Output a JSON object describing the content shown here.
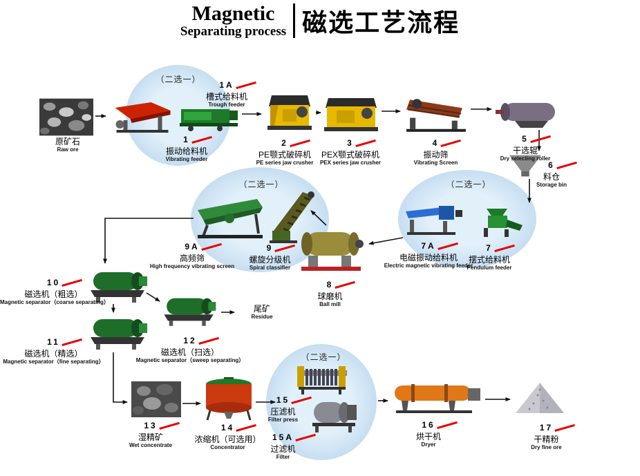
{
  "title": {
    "en_top": "Magnetic",
    "en_bottom": "Separating process",
    "zh": "磁选工艺流程"
  },
  "labels": {
    "choice": "（二选一）"
  },
  "nodes": {
    "raw": {
      "zh": "原矿石",
      "en": "Raw ore"
    },
    "n1": {
      "num": "1",
      "zh": "振动给料机",
      "en": "Vibrating feeder"
    },
    "n1a": {
      "num": "1A",
      "zh": "槽式给料机",
      "en": "Trough feeder"
    },
    "n2": {
      "num": "2",
      "zh": "PE颚式破碎机",
      "en": "PE series jaw crusher"
    },
    "n3": {
      "num": "3",
      "zh": "PEX颚式破碎机",
      "en": "PEX series jaw crusher"
    },
    "n4": {
      "num": "4",
      "zh": "振动筛",
      "en": "Vibrating Screen"
    },
    "n5": {
      "num": "5",
      "zh": "干选辊",
      "en": "Dry selecting roller"
    },
    "n6": {
      "num": "6",
      "zh": "料仓",
      "en": "Storage bin"
    },
    "n7": {
      "num": "7",
      "zh": "摆式给料机",
      "en": "Pendulum feeder"
    },
    "n7a": {
      "num": "7A",
      "zh": "电磁振动给料机",
      "en": "Electric magnetic vibrating feeder"
    },
    "n8": {
      "num": "8",
      "zh": "球磨机",
      "en": "Ball mill"
    },
    "n9": {
      "num": "9",
      "zh": "螺旋分级机",
      "en": "Spiral classifier"
    },
    "n9a": {
      "num": "9A",
      "zh": "高频筛",
      "en": "High frequency vibrating screen"
    },
    "n10": {
      "num": "10",
      "zh": "磁选机（粗选）",
      "en": "Magnetic separator（coarse separating）"
    },
    "n11": {
      "num": "11",
      "zh": "磁选机（精选）",
      "en": "Magnetic separator（fine separating）"
    },
    "n12": {
      "num": "12",
      "zh": "磁选机（扫选）",
      "en": "Magnetic separator（sweep separating）"
    },
    "residue": {
      "zh": "尾矿",
      "en": "Residue"
    },
    "n13": {
      "num": "13",
      "zh": "湿精矿",
      "en": "Wet concentrate"
    },
    "n14": {
      "num": "14",
      "zh": "浓缩机（可选用）",
      "en": "Concentrator"
    },
    "n15": {
      "num": "15",
      "zh": "压滤机",
      "en": "Filter press"
    },
    "n15a": {
      "num": "15A",
      "zh": "过滤机",
      "en": "Filter"
    },
    "n16": {
      "num": "16",
      "zh": "烘干机",
      "en": "Dryer"
    },
    "n17": {
      "num": "17",
      "zh": "干精粉",
      "en": "Dry fine ore"
    }
  },
  "colors": {
    "accent_red": "#e60000",
    "choice_circle": "#cfe4f5",
    "arrow": "#111111"
  }
}
